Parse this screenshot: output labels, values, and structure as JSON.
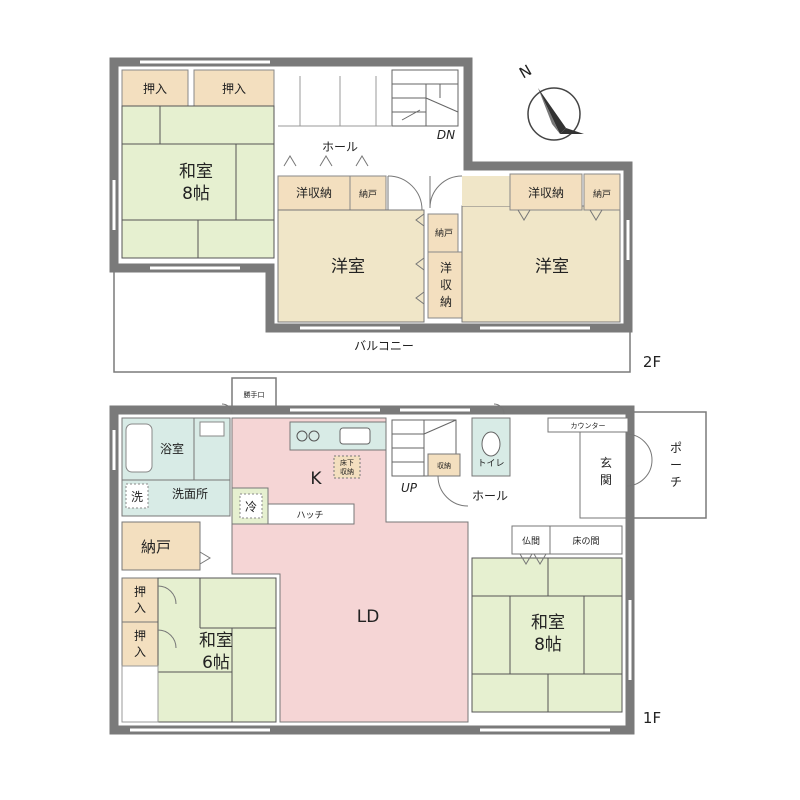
{
  "floors": {
    "upper": {
      "floor_label": "2F",
      "rooms": {
        "washitsu": {
          "name": "和室",
          "size": "8帖"
        },
        "oshiire_1": "押入",
        "oshiire_2": "押入",
        "hall": "ホール",
        "stairs_dir": "DN",
        "yoshunou_left": "洋収納",
        "nando_left": "納戸",
        "yoshitsu_left": "洋室",
        "nando_mid": "納戸",
        "yoshunou_mid": [
          "洋",
          "収",
          "納"
        ],
        "yoshunou_right": "洋収納",
        "nando_right": "納戸",
        "yoshitsu_right": "洋室",
        "balcony": "バルコニー"
      }
    },
    "lower": {
      "floor_label": "1F",
      "rooms": {
        "kattekuchi": "勝手口",
        "bath": "浴室",
        "washer": "洗",
        "senmenjo": "洗面所",
        "kitchen": "K",
        "yukashita": [
          "床下",
          "収納"
        ],
        "fridge": "冷",
        "hatch": "ハッチ",
        "stairs_dir": "UP",
        "shunou": "収納",
        "toilet": "トイレ",
        "hall": "ホール",
        "counter": "カウンター",
        "genkan": [
          "玄",
          "関"
        ],
        "porch": [
          "ポ",
          "ー",
          "チ"
        ],
        "nando": "納戸",
        "ld": "LD",
        "oshiire_1": [
          "押",
          "入"
        ],
        "oshiire_2": [
          "押",
          "入"
        ],
        "washitsu_6": {
          "name": "和室",
          "size": "6帖"
        },
        "butsuma": "仏間",
        "tokonoma": "床の間",
        "washitsu_8": {
          "name": "和室",
          "size": "8帖"
        }
      }
    }
  },
  "compass_label": "N",
  "colors": {
    "wall": "#7a7a7a",
    "tatami": "#e6f0d0",
    "closet": "#f3dfbf",
    "western": "#f0e6c8",
    "ld": "#f5d5d5",
    "water": "#d8ebe6",
    "hall": "#ffffff"
  }
}
